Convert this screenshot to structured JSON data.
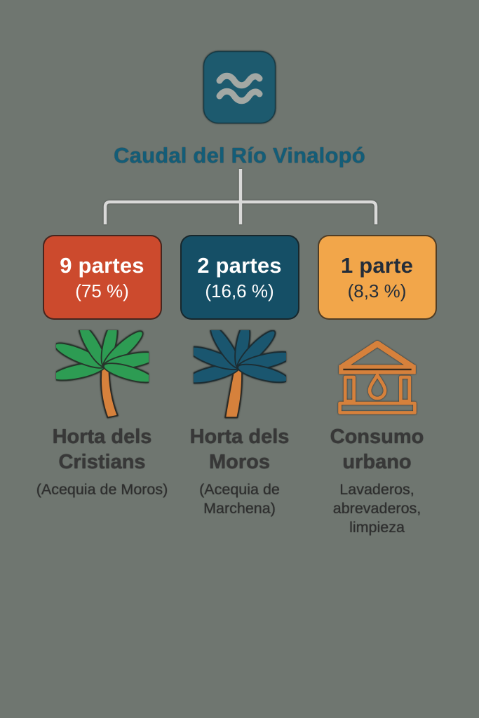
{
  "background_color": "#6f7670",
  "root": {
    "icon": "water-waves-icon",
    "icon_color": "#1d5a6e",
    "title": "Caudal del Río Vinalopó",
    "title_color": "#135d78"
  },
  "connector_color": "#d9d9d8",
  "branches": [
    {
      "parts_label": "9 partes",
      "percent_label": "(75 %)",
      "box_color": "#cc4a2d",
      "box_text_color": "#ffffff",
      "icon": "palm-tree-green-icon",
      "icon_colors": {
        "fronds": "#2d9c53",
        "trunk": "#d6813c"
      },
      "name": "Horta dels Cristians",
      "subtitle": "(Acequia de Moros)"
    },
    {
      "parts_label": "2 partes",
      "percent_label": "(16,6 %)",
      "box_color": "#154f66",
      "box_text_color": "#ffffff",
      "icon": "palm-tree-teal-icon",
      "icon_colors": {
        "fronds": "#1a566f",
        "trunk": "#d6813c"
      },
      "name": "Horta dels Moros",
      "subtitle": "(Acequia de Marchena)"
    },
    {
      "parts_label": "1 parte",
      "percent_label": "(8,3 %)",
      "box_color": "#f2a64a",
      "box_text_color": "#232d3a",
      "icon": "lavadero-building-icon",
      "icon_colors": {
        "outline": "#d6813c"
      },
      "name": "Consumo urbano",
      "subtitle": "Lavaderos, abrevaderos, limpieza"
    }
  ]
}
